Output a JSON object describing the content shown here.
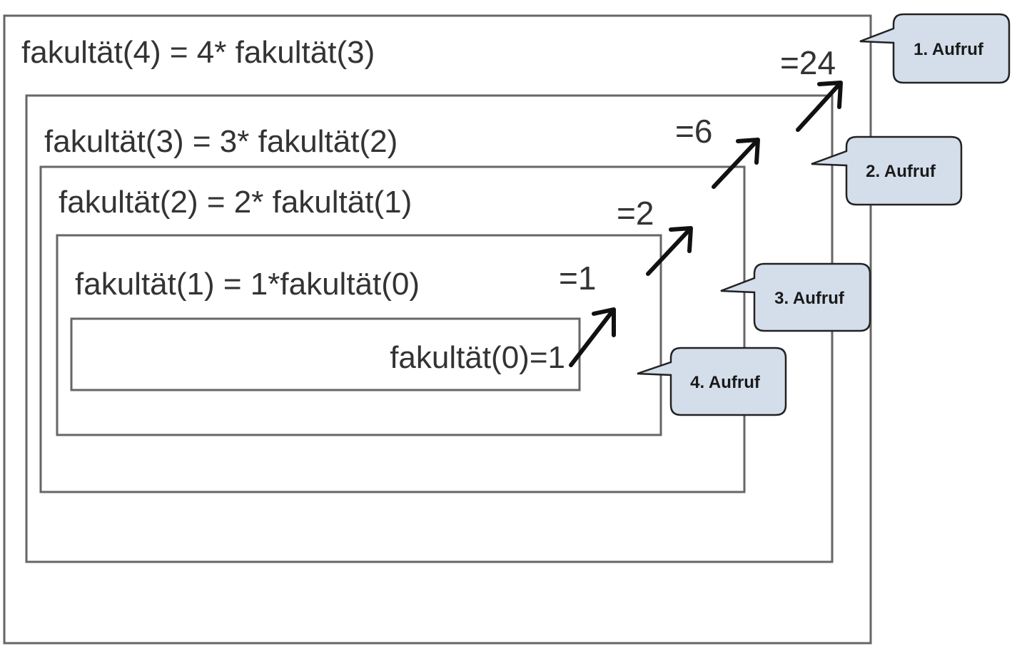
{
  "diagram": {
    "levels": [
      {
        "equation": "fakultät(4) = 4* fakultät(3)",
        "result": "=24",
        "callout": "1. Aufruf"
      },
      {
        "equation": "fakultät(3) = 3* fakultät(2)",
        "result": "=6",
        "callout": "2. Aufruf"
      },
      {
        "equation": "fakultät(2) = 2* fakultät(1)",
        "result": "=2",
        "callout": "3. Aufruf"
      },
      {
        "equation": "fakultät(1) = 1*fakultät(0)",
        "result": "=1",
        "callout": "4. Aufruf"
      },
      {
        "equation": "fakultät(0)=1"
      }
    ],
    "colors": {
      "callout_fill": "#d4deeb",
      "box_stroke": "#666666",
      "arrow": "#111111"
    }
  }
}
